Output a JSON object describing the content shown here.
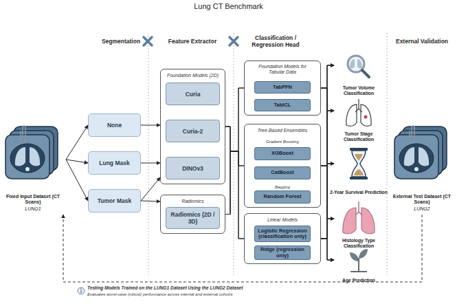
{
  "diagram": {
    "title": "Lung CT Benchmark",
    "nodes": [
      {
        "text": [
          "Fixed Input Dataset (CT Scans)",
          "LUNG1"
        ]
      },
      {
        "text": [
          "None"
        ]
      },
      {
        "text": [
          "Lung Mask"
        ]
      },
      {
        "text": [
          "Tumor Mask"
        ]
      },
      {
        "text": [
          "Foundation Models (2D)"
        ]
      },
      {
        "text": [
          "Curia"
        ],
        "in": 4
      },
      {
        "text": [
          "Curia-2"
        ],
        "in": 4
      },
      {
        "text": [
          "DINOv3"
        ],
        "in": 4
      },
      {
        "text": [
          "Radiomics"
        ]
      },
      {
        "text": [
          "Radiomics (2D / 3D)"
        ],
        "in": 8
      },
      {
        "text": [
          "Foundation Models for Tabular Data"
        ]
      },
      {
        "text": [
          "TabPFN"
        ],
        "in": 10
      },
      {
        "text": [
          "TabICL"
        ],
        "in": 10
      },
      {
        "text": [
          "Tree-Based Ensembles",
          "Gradient Boosting",
          "Bagging"
        ]
      },
      {
        "text": [
          "XGBoost"
        ],
        "in": 13
      },
      {
        "text": [
          "CatBoost"
        ],
        "in": 13
      },
      {
        "text": [
          "Random Forest"
        ],
        "in": 13
      },
      {
        "text": [
          "Linear Models"
        ]
      },
      {
        "text": [
          "Logistic Regression (classification only)"
        ],
        "in": 17
      },
      {
        "text": [
          "Ridge (regression only)"
        ],
        "in": 17
      },
      {
        "text": [
          "Tumor Volume Classification"
        ]
      },
      {
        "text": [
          "Tumor Stage Classification"
        ]
      },
      {
        "text": [
          "2-Year Survival Prediction"
        ]
      },
      {
        "text": [
          "Histology Type Classification"
        ]
      },
      {
        "text": [
          "Age Prediction"
        ]
      },
      {
        "text": [
          "External Test Dataset (CT Scans)",
          "LUNG2"
        ]
      }
    ],
    "edges": [
      {
        "from": 0,
        "to": 1,
        "arrow": "to"
      },
      {
        "from": 0,
        "to": 2,
        "arrow": "to"
      },
      {
        "from": 0,
        "to": 3,
        "arrow": "to"
      },
      {
        "from": 1,
        "to": 4,
        "arrow": "to"
      },
      {
        "from": 2,
        "to": 4,
        "arrow": "to"
      },
      {
        "from": 3,
        "to": 4,
        "arrow": "to"
      },
      {
        "from": 3,
        "to": 8,
        "arrow": "to"
      },
      {
        "from": 4,
        "to": 10,
        "arrow": "none"
      },
      {
        "from": 4,
        "to": 13,
        "arrow": "none"
      },
      {
        "from": 4,
        "to": 17,
        "arrow": "none"
      },
      {
        "from": 8,
        "to": 10,
        "arrow": "none"
      },
      {
        "from": 8,
        "to": 13,
        "arrow": "none"
      },
      {
        "from": 8,
        "to": 17,
        "arrow": "none"
      },
      {
        "from": 10,
        "to": 20,
        "arrow": "to"
      },
      {
        "from": 10,
        "to": 21,
        "arrow": "to"
      },
      {
        "from": 10,
        "to": 22,
        "arrow": "to"
      },
      {
        "from": 10,
        "to": 23,
        "arrow": "to"
      },
      {
        "from": 10,
        "to": 24,
        "arrow": "to"
      },
      {
        "from": 13,
        "to": 20,
        "arrow": "to"
      },
      {
        "from": 13,
        "to": 21,
        "arrow": "to"
      },
      {
        "from": 13,
        "to": 22,
        "arrow": "to"
      },
      {
        "from": 13,
        "to": 23,
        "arrow": "to"
      },
      {
        "from": 13,
        "to": 24,
        "arrow": "to"
      },
      {
        "from": 17,
        "to": 20,
        "arrow": "to"
      },
      {
        "from": 17,
        "to": 21,
        "arrow": "to"
      },
      {
        "from": 17,
        "to": 22,
        "arrow": "to"
      },
      {
        "from": 17,
        "to": 23,
        "arrow": "to"
      },
      {
        "from": 17,
        "to": 24,
        "arrow": "to"
      },
      {
        "from": 25,
        "to": 0,
        "arrow": "to"
      }
    ],
    "labels": [
      "Segmentation",
      "Feature Extractor",
      "Classification / Regression Head",
      "External Validation",
      "Testing Models Trained on the LUNG1 Dataset Using the LUNG2 Dataset",
      "Evaluates worst-case (robust) performance across internal and external cohorts"
    ]
  }
}
